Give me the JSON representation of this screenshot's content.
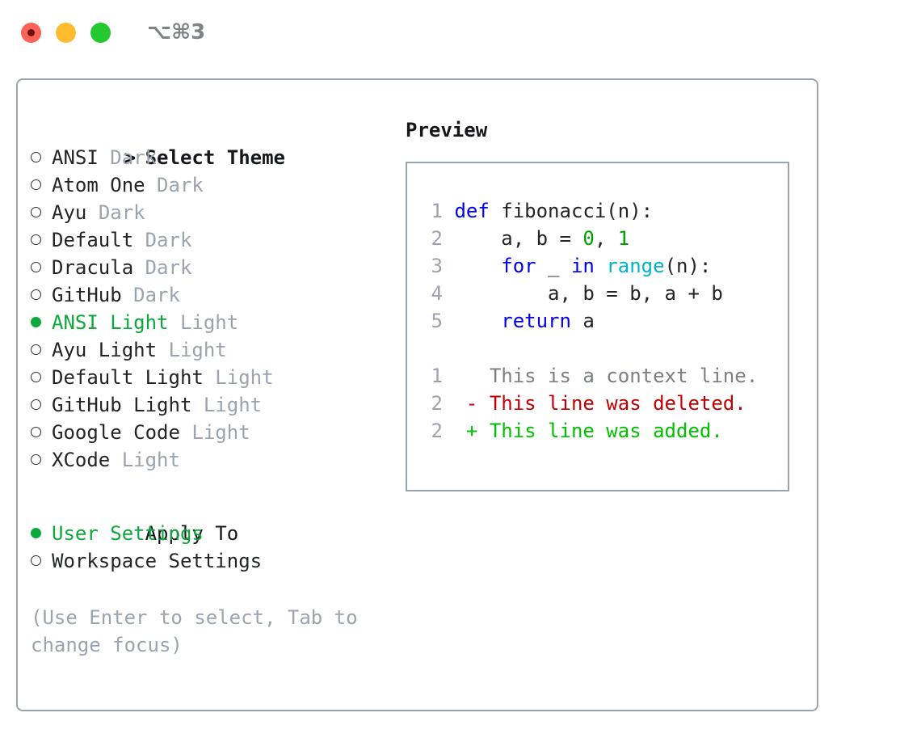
{
  "window": {
    "title": "⌥⌘3",
    "traffic_lights": [
      {
        "name": "close-button",
        "color": "#fb6359"
      },
      {
        "name": "minimize-button",
        "color": "#febc2e"
      },
      {
        "name": "zoom-button",
        "color": "#24c831"
      }
    ]
  },
  "colors": {
    "border": "#9aa3b0",
    "accent_green": "#0ca83c",
    "muted": "#9aa3b0",
    "text": "#222426",
    "keyword_blue": "#0000ee",
    "builtin_cyan": "#00b4c8",
    "number_green": "#00a000",
    "diff_add": "#00c000",
    "diff_del": "#c00000",
    "diff_ctx": "#7b7f85"
  },
  "theme_list": {
    "header_marker": ">",
    "header_label": "Select Theme",
    "marker_selected": "●",
    "marker_unselected": "○",
    "items": [
      {
        "name": "ANSI",
        "kind": "Dark",
        "selected": false
      },
      {
        "name": "Atom One",
        "kind": "Dark",
        "selected": false
      },
      {
        "name": "Ayu",
        "kind": "Dark",
        "selected": false
      },
      {
        "name": "Default",
        "kind": "Dark",
        "selected": false
      },
      {
        "name": "Dracula",
        "kind": "Dark",
        "selected": false
      },
      {
        "name": "GitHub",
        "kind": "Dark",
        "selected": false
      },
      {
        "name": "ANSI Light",
        "kind": "Light",
        "selected": true
      },
      {
        "name": "Ayu Light",
        "kind": "Light",
        "selected": false
      },
      {
        "name": "Default Light",
        "kind": "Light",
        "selected": false
      },
      {
        "name": "GitHub Light",
        "kind": "Light",
        "selected": false
      },
      {
        "name": "Google Code",
        "kind": "Light",
        "selected": false
      },
      {
        "name": "XCode",
        "kind": "Light",
        "selected": false
      }
    ]
  },
  "apply_to": {
    "header_label": "Apply To",
    "items": [
      {
        "label": "User Settings",
        "selected": true
      },
      {
        "label": "Workspace Settings",
        "selected": false
      }
    ]
  },
  "hint": "(Use Enter to select, Tab to change focus)",
  "preview": {
    "title": "Preview",
    "code": {
      "language": "python",
      "lines": [
        {
          "no": "1",
          "tokens": [
            {
              "t": "def ",
              "c": "kw"
            },
            {
              "t": "fibonacci(n):",
              "c": "plain"
            }
          ]
        },
        {
          "no": "2",
          "tokens": [
            {
              "t": "    a, b = ",
              "c": "plain"
            },
            {
              "t": "0",
              "c": "num"
            },
            {
              "t": ", ",
              "c": "plain"
            },
            {
              "t": "1",
              "c": "num"
            }
          ]
        },
        {
          "no": "3",
          "tokens": [
            {
              "t": "    ",
              "c": "plain"
            },
            {
              "t": "for",
              "c": "kw"
            },
            {
              "t": " _ ",
              "c": "plain"
            },
            {
              "t": "in",
              "c": "kw"
            },
            {
              "t": " ",
              "c": "plain"
            },
            {
              "t": "range",
              "c": "builtin"
            },
            {
              "t": "(n):",
              "c": "plain"
            }
          ]
        },
        {
          "no": "4",
          "tokens": [
            {
              "t": "        a, b = b, a + b",
              "c": "plain"
            }
          ]
        },
        {
          "no": "5",
          "tokens": [
            {
              "t": "    ",
              "c": "plain"
            },
            {
              "t": "return",
              "c": "kw"
            },
            {
              "t": " a",
              "c": "plain"
            }
          ]
        }
      ]
    },
    "diff": [
      {
        "no": "1",
        "marker": " ",
        "text": "This is a context line.",
        "kind": "ctx"
      },
      {
        "no": "2",
        "marker": "-",
        "text": "This line was deleted.",
        "kind": "del"
      },
      {
        "no": "2",
        "marker": "+",
        "text": "This line was added.",
        "kind": "add"
      }
    ]
  }
}
